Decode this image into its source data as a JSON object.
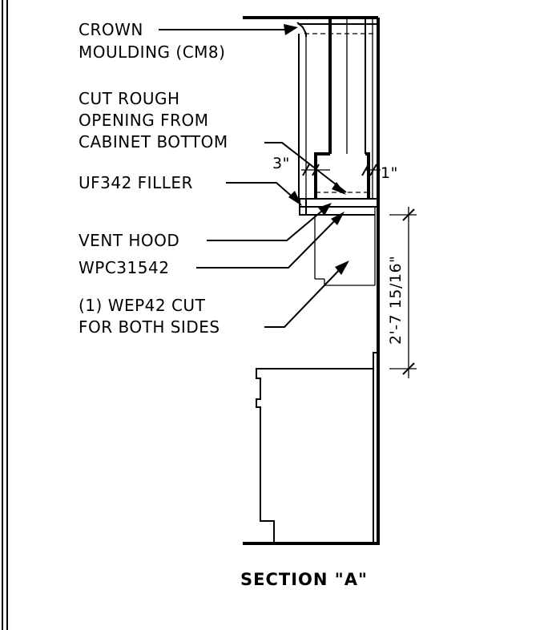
{
  "labels": {
    "crown_1": "CROWN",
    "crown_2": "MOULDING (CM8)",
    "cut_1": "CUT ROUGH",
    "cut_2": "OPENING FROM",
    "cut_3": "CABINET BOTTOM",
    "dim_3in": "3\"",
    "dim_right": "1\"",
    "filler": "UF342 FILLER",
    "vent_hood": "VENT HOOD",
    "wpc": "WPC31542",
    "wep_1": "(1) WEP42 CUT",
    "wep_2": "FOR BOTH SIDES",
    "dim_vertical": "2'-7 15/16\""
  },
  "title": "SECTION \"A\""
}
